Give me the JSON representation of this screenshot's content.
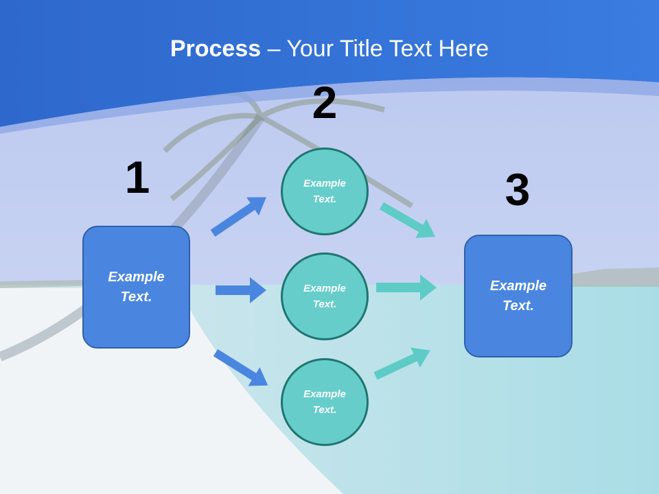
{
  "title": {
    "bold": "Process",
    "rest": " – Your Title Text Here"
  },
  "steps": {
    "n1": "1",
    "n2": "2",
    "n3": "3"
  },
  "box1": {
    "line1": "Example",
    "line2": "Text."
  },
  "box3": {
    "line1": "Example",
    "line2": "Text."
  },
  "circles": [
    {
      "line1": "Example",
      "line2": "Text."
    },
    {
      "line1": "Example",
      "line2": "Text."
    },
    {
      "line1": "Example",
      "line2": "Text."
    }
  ],
  "colors": {
    "blue_arrow": "#4a86e0",
    "teal_arrow": "#5ecbc6",
    "header": "#2f6fd6"
  }
}
